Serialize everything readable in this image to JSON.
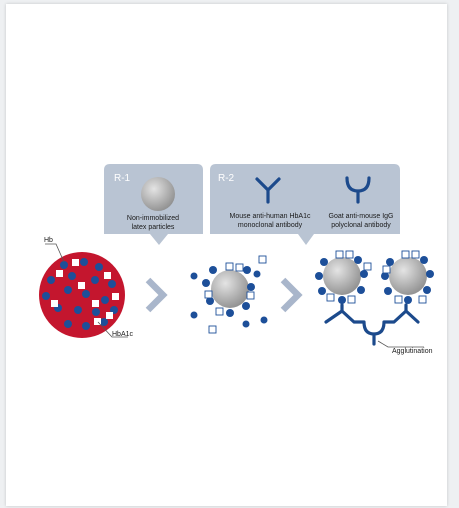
{
  "reagents": {
    "r1": {
      "header": "R-1",
      "label_line1": "Non-immobilized",
      "label_line2": "latex particles"
    },
    "r2": {
      "header": "R-2",
      "mouse_line1": "Mouse anti-human HbA1c",
      "mouse_line2": "monoclonal antibody",
      "goat_line1": "Goat anti-mouse IgG",
      "goat_line2": "polyclonal antibody"
    }
  },
  "labels": {
    "hb": "Hb",
    "hba1c": "HbA1c",
    "agglutination": "Agglutination"
  },
  "colors": {
    "panel": "#b9c4d3",
    "antibody": "#1c4a8c",
    "dot": "#1d4f99",
    "cell": "#c4162e",
    "arrow": "#a9b6cb",
    "particle": "#b8b8b8"
  }
}
